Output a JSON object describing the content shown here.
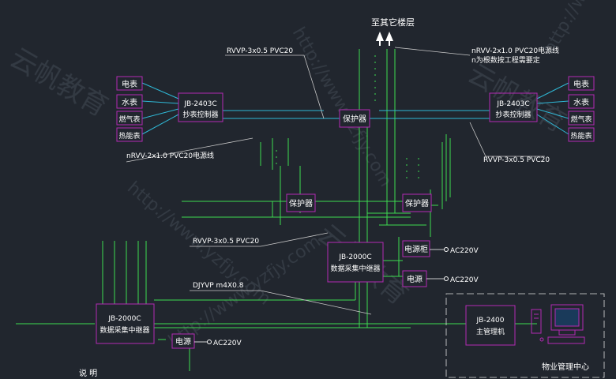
{
  "header": {
    "to_other_floors": "至其它楼层"
  },
  "left_meters": [
    "电表",
    "水表",
    "燃气表",
    "热能表"
  ],
  "right_meters": [
    "电表",
    "水表",
    "燃气表",
    "热能表"
  ],
  "left_controller": {
    "model": "JB-2403C",
    "name": "抄表控制器"
  },
  "right_controller": {
    "model": "JB-2403C",
    "name": "抄表控制器"
  },
  "protectors": {
    "top": "保护器",
    "mid_left": "保护器",
    "mid_right": "保护器"
  },
  "concentrator_center": {
    "model": "JB-2000C",
    "name": "数据采集中继器"
  },
  "concentrator_left": {
    "model": "JB-2000C",
    "name": "数据采集中继器"
  },
  "power": {
    "cabinet": "电源柜",
    "supply_mid": "电源",
    "supply_left": "电源",
    "ac": "AC220V"
  },
  "host": {
    "model": "JB-2400",
    "name": "主管理机"
  },
  "center_label": "物业管理中心",
  "cable_labels": {
    "rvvp_top": "RVVP-3x0.5 PVC20",
    "nrvv_top_1": "nRVV-2x1.0 PVC20电源线",
    "nrvv_top_2": "n为根数按工程需要定",
    "nrvv_left": "nRVV-2x1.0 PVC20电源线",
    "rvvp_right": "RVVP-3x0.5 PVC20",
    "rvvp_mid": "RVVP-3x0.5 PVC20",
    "djyvp": "DJYVP   m4X0.8"
  },
  "footer_note": "说  明",
  "watermarks": [
    "http://www.yzfjy.com",
    "云帆教育"
  ],
  "colors": {
    "background": "#21262e",
    "box": "#b429b4",
    "text": "#ffffff",
    "wire_green": "#3ddc50",
    "wire_cyan": "#2fb8d6",
    "leader": "#c8c8c8"
  }
}
